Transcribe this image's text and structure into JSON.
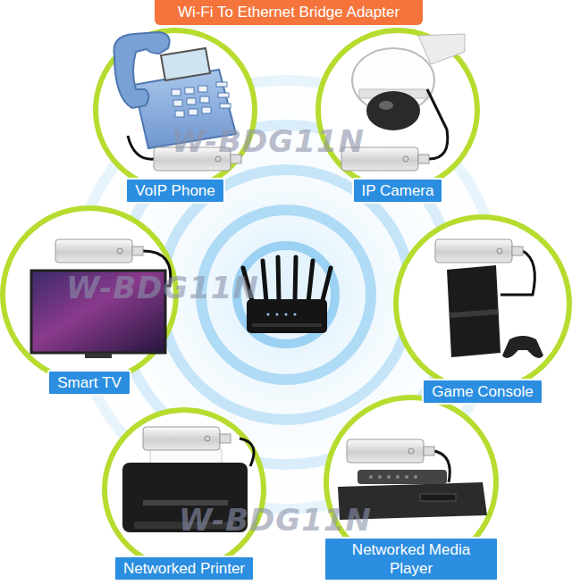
{
  "diagram": {
    "title": "Wi-Fi To Ethernet Bridge Adapter",
    "nodes": [
      {
        "text": [
          "VoIP Phone"
        ]
      },
      {
        "text": [
          "IP Camera"
        ]
      },
      {
        "text": [
          "Smart TV"
        ]
      },
      {
        "text": [
          "Game Console"
        ]
      },
      {
        "text": [
          "Networked Printer"
        ]
      },
      {
        "text": [
          "Networked Media Player"
        ]
      }
    ],
    "labels": [
      "W-BDG11N",
      "W-BDG11N",
      "W-BDG11N"
    ]
  }
}
